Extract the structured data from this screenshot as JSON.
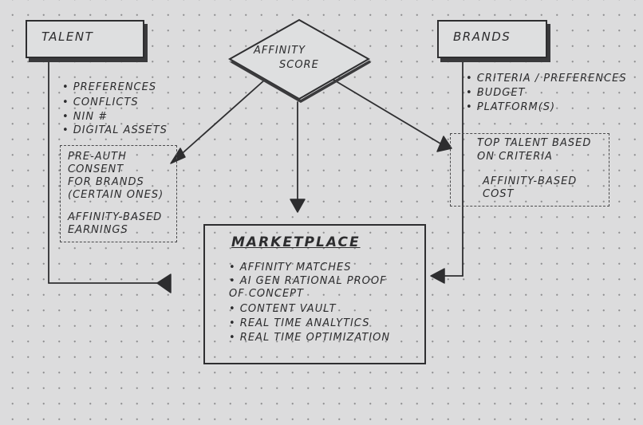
{
  "talent": {
    "title": "TALENT",
    "items": [
      "• PREFERENCES",
      "• CONFLICTS",
      "• NIN #",
      "• DIGITAL ASSETS"
    ],
    "dashed": [
      "PRE-AUTH",
      "CONSENT",
      "FOR BRANDS",
      "(CERTAIN ONES)",
      "AFFINITY-BASED",
      "EARNINGS"
    ]
  },
  "affinity": {
    "line1": "AFFINITY",
    "line2": "SCORE"
  },
  "brands": {
    "title": "BRANDS",
    "items": [
      "• CRITERIA / PREFERENCES",
      "• BUDGET",
      "• PLATFORM(S)"
    ],
    "dashed": [
      "TOP TALENT BASED",
      "ON CRITERIA",
      "AFFINITY-BASED",
      "COST"
    ]
  },
  "marketplace": {
    "title": "MARKETPLACE",
    "items": [
      "• AFFINITY MATCHES",
      "• AI GEN RATIONAL PROOF",
      "  OF CONCEPT",
      "• CONTENT VAULT",
      "• REAL TIME ANALYTICS",
      "• REAL TIME OPTIMIZATION"
    ]
  }
}
